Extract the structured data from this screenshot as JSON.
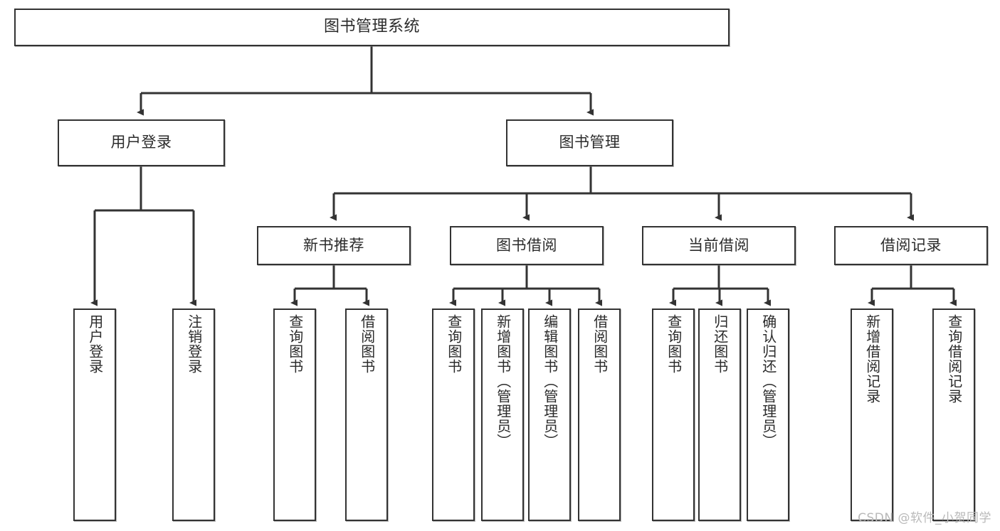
{
  "diagram": {
    "title": "图书管理系统",
    "type": "tree",
    "orientation": "top-down",
    "colors": {
      "box_border": "#333333",
      "box_fill": "#ffffff",
      "edge": "#333333",
      "text": "#2b2b2b",
      "watermark": "#b9b9b9",
      "background": "#ffffff"
    }
  },
  "watermark": {
    "text": "CSDN @软件_小贺同学"
  },
  "nodes": {
    "root": {
      "label": "图书管理系统"
    },
    "level1": [
      {
        "label": "用户登录"
      },
      {
        "label": "图书管理"
      }
    ],
    "level2": [
      {
        "label": "新书推荐"
      },
      {
        "label": "图书借阅"
      },
      {
        "label": "当前借阅"
      },
      {
        "label": "借阅记录"
      }
    ],
    "leaves": {
      "user_login": [
        {
          "label": "用户登录"
        },
        {
          "label": "注销登录"
        }
      ],
      "new_book": [
        {
          "label": "查询图书"
        },
        {
          "label": "借阅图书"
        }
      ],
      "book_borrow": [
        {
          "label": "查询图书"
        },
        {
          "label": "新增图书（管理员）"
        },
        {
          "label": "编辑图书（管理员）"
        },
        {
          "label": "借阅图书"
        }
      ],
      "current_borrow": [
        {
          "label": "查询图书"
        },
        {
          "label": "归还图书"
        },
        {
          "label": "确认归还（管理员）"
        }
      ],
      "borrow_record": [
        {
          "label": "新增借阅记录"
        },
        {
          "label": "查询借阅记录"
        }
      ]
    }
  }
}
